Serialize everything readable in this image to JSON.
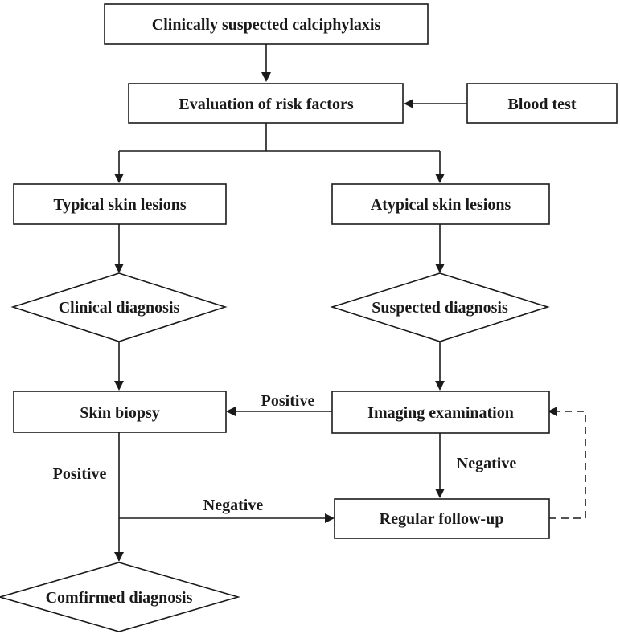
{
  "nodes": {
    "suspected": "Clinically suspected calciphylaxis",
    "risk": "Evaluation of risk factors",
    "blood": "Blood test",
    "typical": "Typical skin lesions",
    "atypical": "Atypical skin lesions",
    "clinical_dx": "Clinical diagnosis",
    "suspected_dx": "Suspected diagnosis",
    "biopsy": "Skin biopsy",
    "imaging": "Imaging examination",
    "followup": "Regular follow-up",
    "confirmed": "Comfirmed diagnosis"
  },
  "edges": {
    "imaging_to_biopsy": "Positive",
    "biopsy_positive": "Positive",
    "imaging_negative": "Negative",
    "to_followup_negative": "Negative"
  },
  "colors": {
    "stroke": "#1a1a1a",
    "background": "#ffffff"
  }
}
